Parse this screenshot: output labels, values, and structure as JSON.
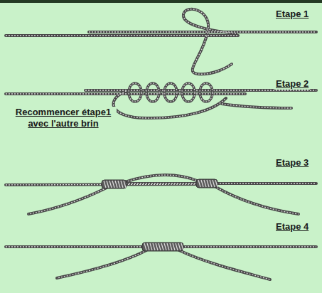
{
  "diagram": {
    "labels": [
      "Etape 1",
      "Etape 2",
      "Recommencer étape1 avec l'autre brin",
      "Etape 3",
      "Etape 4"
    ]
  }
}
